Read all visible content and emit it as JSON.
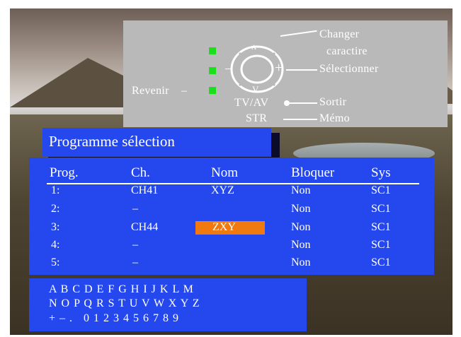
{
  "help": {
    "changer_line1": "Changer",
    "changer_line2": "caractire",
    "selectionner": "Sélectionner",
    "revenir": "Revenir",
    "tvav": "TV/AV",
    "str": "STR",
    "sortir": "Sortir",
    "memo": "Mémo",
    "dash": "–",
    "arrow_up": "ʌ",
    "arrow_down": "V",
    "minus": "–",
    "plus": "+"
  },
  "title": "Programme sélection",
  "table": {
    "headers": [
      "Prog.",
      "Ch.",
      "Nom",
      "Bloquer",
      "Sys"
    ],
    "rows": [
      {
        "prog": "1:",
        "ch": "CH41",
        "nom": "XYZ",
        "bloquer": "Non",
        "sys": "SC1"
      },
      {
        "prog": "2:",
        "ch": "–",
        "nom": "",
        "bloquer": "Non",
        "sys": "SC1"
      },
      {
        "prog": "3:",
        "ch": "CH44",
        "nom": "ZXY",
        "bloquer": "Non",
        "sys": "SC1"
      },
      {
        "prog": "4:",
        "ch": "–",
        "nom": "",
        "bloquer": "Non",
        "sys": "SC1"
      },
      {
        "prog": "5:",
        "ch": "–",
        "nom": "",
        "bloquer": "Non",
        "sys": "SC1"
      }
    ],
    "selected_row": 3
  },
  "charset": {
    "line1": "A B C D E F G H I J K L M",
    "line2": "N O P Q R S T U V W X Y Z",
    "line3": "+ – .   0 1 2 3 4 5 6 7 8 9"
  },
  "colors": {
    "panel_blue": "#2548ee",
    "highlight_orange": "#f07a10",
    "indicator_green": "#1bdf1b",
    "help_gray": "#b9b9b9"
  }
}
